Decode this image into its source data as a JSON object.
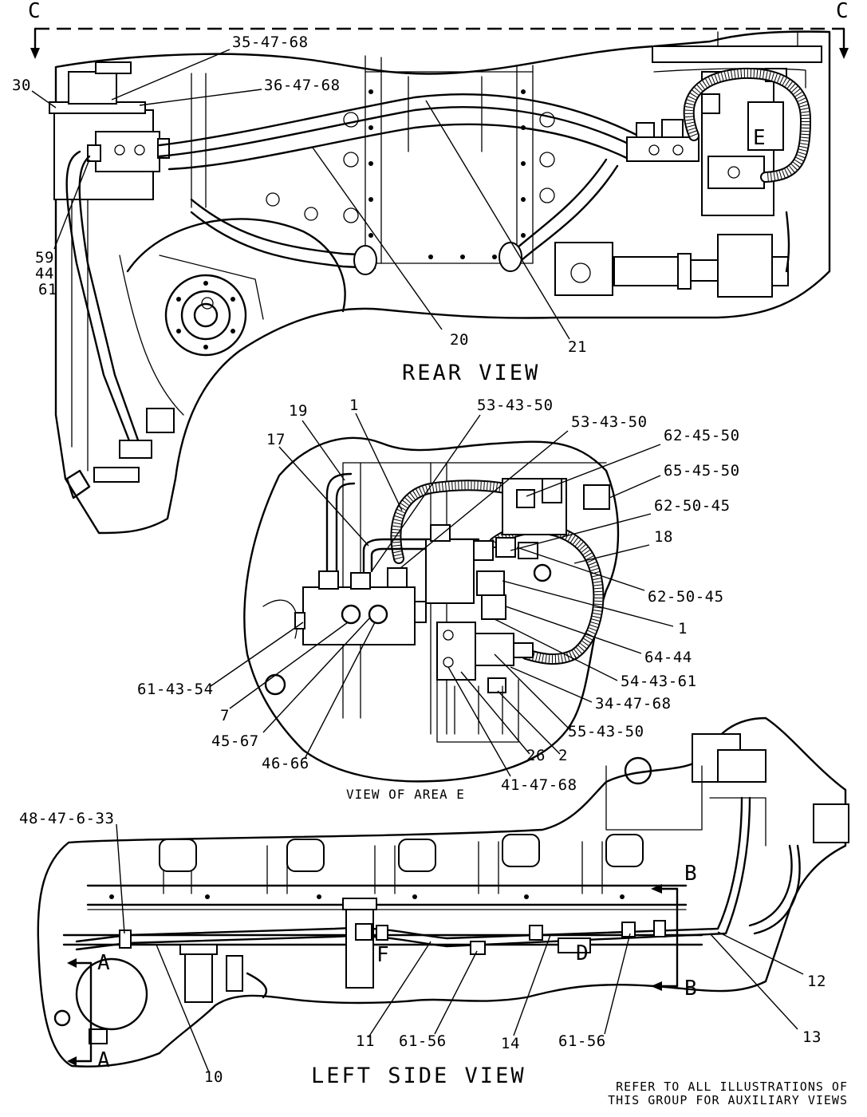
{
  "views": {
    "rear": "REAR VIEW",
    "area_e": "VIEW OF AREA E",
    "left_side": "LEFT SIDE VIEW"
  },
  "section_markers": {
    "c_left": "C",
    "c_right": "C",
    "e_detail": "E",
    "a_top": "A",
    "a_bottom": "A",
    "b_top": "B",
    "b_bottom": "B",
    "d": "D",
    "f": "F"
  },
  "callouts": {
    "c_35_47_68": "35-47-68",
    "c_36_47_68": "36-47-68",
    "c_30": "30",
    "c_59": "59",
    "c_44": "44",
    "c_61": "61",
    "c_20": "20",
    "c_21": "21",
    "c_19": "19",
    "c_1_top": "1",
    "c_17": "17",
    "c_53_43_50_a": "53-43-50",
    "c_53_43_50_b": "53-43-50",
    "c_62_45_50": "62-45-50",
    "c_65_45_50": "65-45-50",
    "c_62_50_45_a": "62-50-45",
    "c_18": "18",
    "c_62_50_45_b": "62-50-45",
    "c_1_right": "1",
    "c_64_44": "64-44",
    "c_54_43_61": "54-43-61",
    "c_34_47_68": "34-47-68",
    "c_55_43_50": "55-43-50",
    "c_61_43_54": "61-43-54",
    "c_7": "7",
    "c_45_67": "45-67",
    "c_46_66": "46-66",
    "c_26": "26",
    "c_2": "2",
    "c_41_47_68": "41-47-68",
    "c_48_47_6_33": "48-47-6-33",
    "c_12": "12",
    "c_13": "13",
    "c_10": "10",
    "c_11": "11",
    "c_61_56_a": "61-56",
    "c_14": "14",
    "c_61_56_b": "61-56"
  },
  "note": {
    "line1": "REFER TO ALL ILLUSTRATIONS OF",
    "line2": "THIS GROUP FOR AUXILIARY VIEWS"
  }
}
